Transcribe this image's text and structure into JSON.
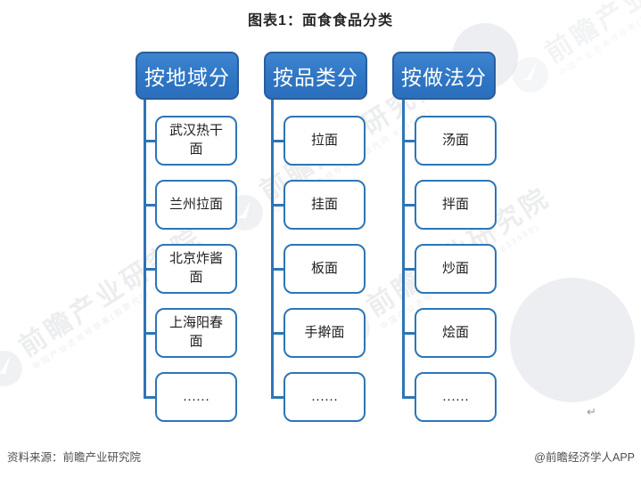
{
  "title": "图表1：面食食品分类",
  "columns": [
    {
      "header": "按地域分",
      "items": [
        "武汉热干面",
        "兰州拉面",
        "北京炸酱面",
        "上海阳春面",
        "……"
      ]
    },
    {
      "header": "按品类分",
      "items": [
        "拉面",
        "挂面",
        "板面",
        "手擀面",
        "……"
      ]
    },
    {
      "header": "按做法分",
      "items": [
        "汤面",
        "拌面",
        "炒面",
        "烩面",
        "……"
      ]
    }
  ],
  "footer": {
    "source": "资料来源：前瞻产业研究院",
    "brand": "@前瞻经济学人APP"
  },
  "watermark": {
    "text": "前瞻产业研究院",
    "subtext": "中国产业咨询领导者(股票代码:839599)"
  },
  "misc": {
    "return_mark": "↵"
  },
  "colors": {
    "header_fill": "#2E76C4",
    "header_border": "#2A5D9C",
    "box_border": "#2E75B6",
    "connector": "#2E75B6",
    "title_text": "#262626",
    "footer_text": "#4F4F4F"
  }
}
